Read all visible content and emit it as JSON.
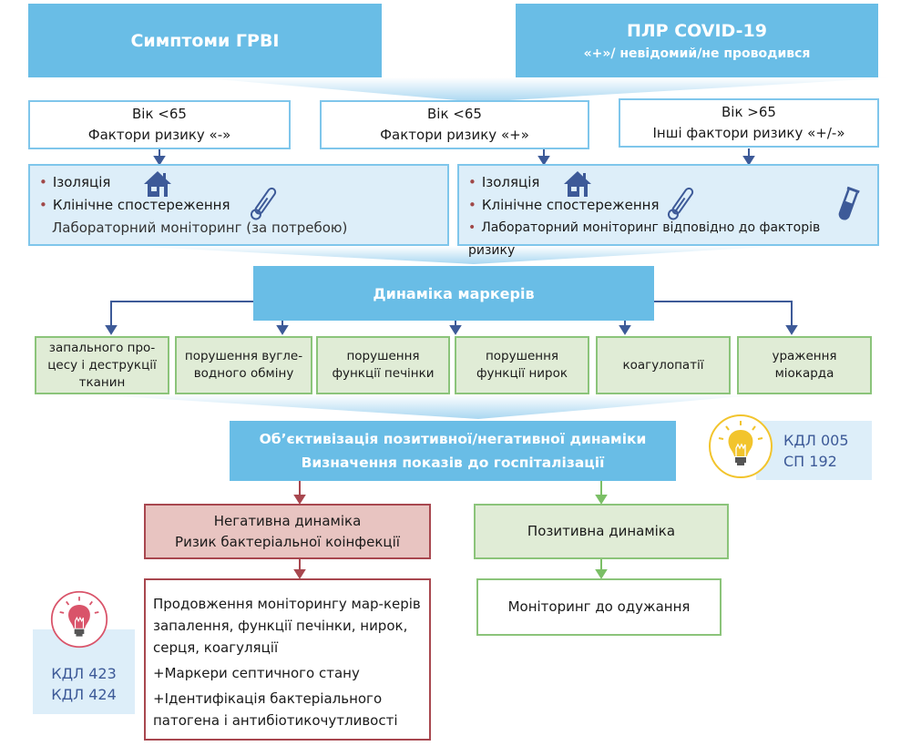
{
  "top": {
    "left_header": "Симптоми ГРВІ",
    "right_header": {
      "line1": "ПЛР COVID-19",
      "line2": "«+»/ невідомий/не проводився"
    }
  },
  "groups": [
    {
      "line1": "Вік <65",
      "line2": "Фактори ризику «-»"
    },
    {
      "line1": "Вік <65",
      "line2": "Фактори ризику «+»"
    },
    {
      "line1": "Вік >65",
      "line2": "Інші фактори ризику «+/-»"
    }
  ],
  "care_left": {
    "items": [
      "Ізоляція",
      "Клінічне спостереження"
    ],
    "note": "Лабораторний моніторинг (за потребою)",
    "icons": [
      "house-icon",
      "thermometer-icon"
    ]
  },
  "care_right": {
    "items": [
      "Ізоляція",
      "Клінічне спостереження",
      "Лабораторний моніторинг відповідно до факторів ризику"
    ],
    "icons": [
      "house-icon",
      "thermometer-icon",
      "test-tube-icon"
    ]
  },
  "markers": {
    "title": "Динаміка маркерів",
    "items": [
      "запального про-цесу і деструкції тканин",
      "порушення вугле-водного обміну",
      "порушення функції печінки",
      "порушення функції нирок",
      "коагулопатії",
      "ураження міокарда"
    ]
  },
  "objectivization": {
    "line1": "Об’єктивізація позитивної/негативної динаміки",
    "line2": "Визначення показів до госпіталізації"
  },
  "ref_top": {
    "icon": "lightbulb-icon",
    "lines": [
      "КДЛ 005",
      "СП 192"
    ]
  },
  "negative": {
    "line1": "Негативна динаміка",
    "line2": "Ризик бактеріальної коінфекції",
    "details": [
      "Продовження моніторингу мар-керів запалення, функції печінки, нирок, серця, коагуляції",
      "+Маркери септичного стану",
      "+Ідентифікація бактеріального патогена і антибіотикочутливості"
    ]
  },
  "positive": {
    "title": "Позитивна динаміка",
    "next": "Моніторинг до одужання"
  },
  "ref_bottom": {
    "icon": "lightbulb-icon",
    "lines": [
      "КДЛ 423",
      "КДЛ 424"
    ]
  },
  "colors": {
    "header_blue": "#69bde6",
    "light_blue": "#ddeef9",
    "arrow_blue": "#3d5a98",
    "green_border": "#8bc47a",
    "green_fill": "#e0ecd6",
    "red_border": "#a8474f",
    "red_fill": "#e8c4c1",
    "yellow": "#f2c42c",
    "pink": "#d9546a"
  }
}
